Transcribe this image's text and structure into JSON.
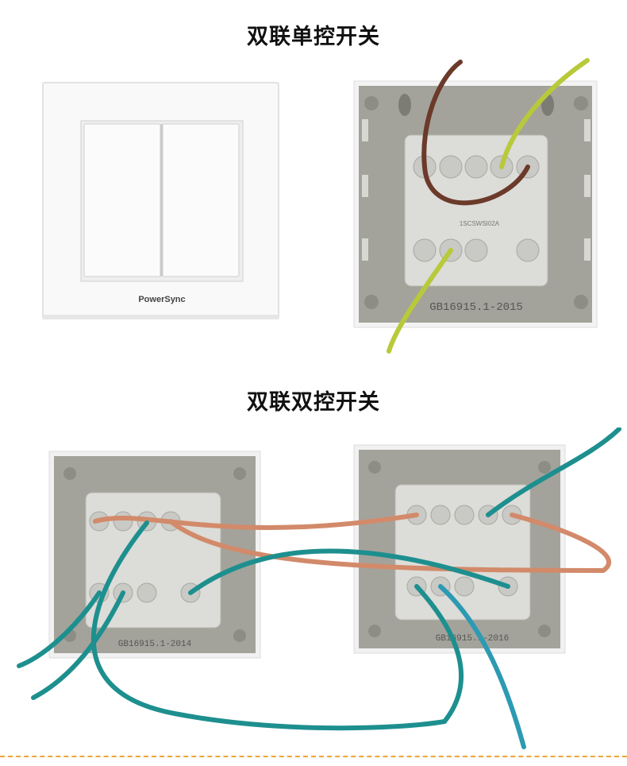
{
  "section_single": {
    "title": "双联单控开关",
    "front_brand": "PowerSync",
    "back_model": "1SCSWSI02A",
    "back_standard": "GB16915.1-2015"
  },
  "section_double": {
    "title": "双联双控开关",
    "left_standard": "GB16915.1-2014",
    "right_standard": "GB16915.1-2016"
  },
  "colors": {
    "plate_white": "#f7f7f7",
    "back_grey": "#a3a39b",
    "wire_brown": "#6b3a2a",
    "wire_yellow_green": "#b8c93a",
    "wire_teal": "#1e8f8f",
    "wire_copper": "#d28a6a",
    "divider": "#f0a23a"
  }
}
